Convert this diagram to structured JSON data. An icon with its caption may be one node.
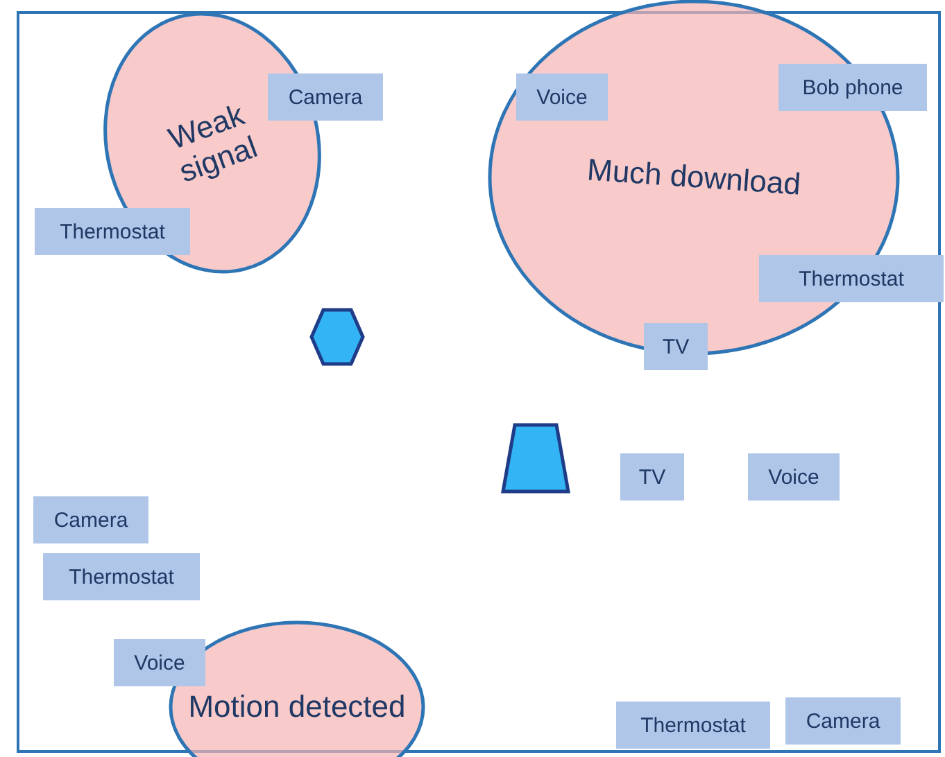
{
  "diagram": {
    "nodes": [
      {
        "text": [
          "Weak signal"
        ]
      },
      {
        "text": [
          "Much download"
        ]
      },
      {
        "text": [
          "Camera"
        ]
      },
      {
        "text": [
          "Voice"
        ],
        "in": 1
      },
      {
        "text": [
          "Bob phone"
        ]
      },
      {
        "text": [
          "Thermostat"
        ]
      },
      {
        "text": [
          "Thermostat"
        ]
      },
      {
        "text": [],
        "shape": "hexagon"
      },
      {
        "text": [
          "TV"
        ]
      },
      {
        "text": [],
        "shape": "trapezoid"
      },
      {
        "text": [
          "TV"
        ]
      },
      {
        "text": [
          "Voice"
        ]
      },
      {
        "text": [
          "Camera"
        ]
      },
      {
        "text": [
          "Thermostat"
        ]
      },
      {
        "text": [
          "Voice"
        ]
      },
      {
        "text": [
          "Motion detected"
        ]
      },
      {
        "text": [
          "Thermostat"
        ]
      },
      {
        "text": [
          "Camera"
        ]
      }
    ]
  }
}
